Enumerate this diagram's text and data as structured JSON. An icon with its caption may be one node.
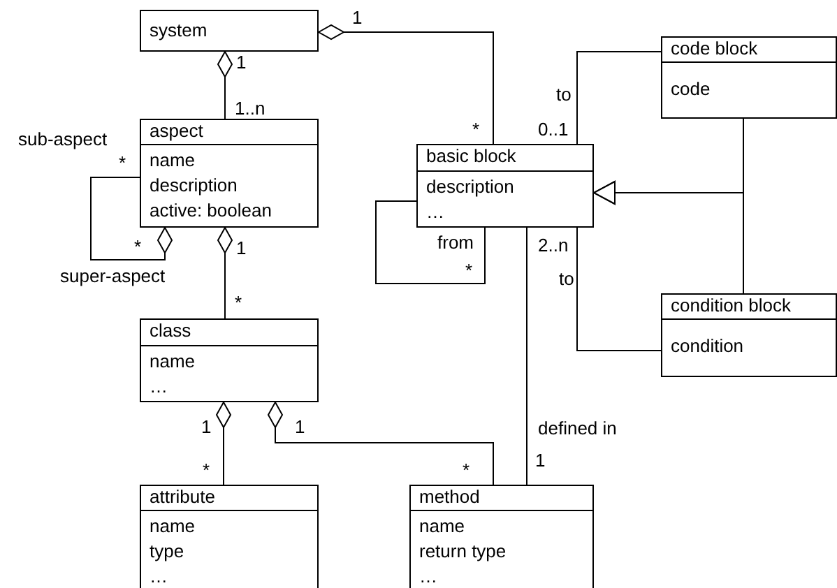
{
  "diagram": {
    "nodes": [
      {
        "text": [
          "system"
        ]
      },
      {
        "text": [
          "code block",
          "code"
        ]
      },
      {
        "text": [
          "aspect",
          "name",
          "description",
          "active: boolean"
        ]
      },
      {
        "text": [
          "basic block",
          "description",
          "…"
        ]
      },
      {
        "text": [
          "condition block",
          "condition"
        ]
      },
      {
        "text": [
          "class",
          "name",
          "…"
        ]
      },
      {
        "text": [
          "attribute",
          "name",
          "type",
          "…"
        ]
      },
      {
        "text": [
          "method",
          "name",
          "return type",
          "…"
        ]
      }
    ],
    "edges": [
      {
        "from": 0,
        "to": 2,
        "arrow": "other"
      },
      {
        "from": 0,
        "to": 3,
        "arrow": "other"
      },
      {
        "from": 2,
        "to": 2,
        "arrow": "other"
      },
      {
        "from": 2,
        "to": 5,
        "arrow": "other"
      },
      {
        "from": 3,
        "to": 3,
        "arrow": "none"
      },
      {
        "from": 1,
        "to": 3,
        "arrow": "to"
      },
      {
        "from": 4,
        "to": 3,
        "arrow": "to"
      },
      {
        "from": 3,
        "to": 1,
        "arrow": "none"
      },
      {
        "from": 3,
        "to": 4,
        "arrow": "none"
      },
      {
        "from": 5,
        "to": 6,
        "arrow": "other"
      },
      {
        "from": 5,
        "to": 7,
        "arrow": "other"
      },
      {
        "from": 3,
        "to": 7,
        "arrow": "none",
        "label": "defined in"
      }
    ],
    "labels": [
      "1",
      "1",
      "to",
      "1..n",
      "*",
      "0..1",
      "sub-aspect",
      "*",
      "*",
      "1",
      "from",
      "2..n",
      "*",
      "super-aspect",
      "to",
      "*",
      "1",
      "1",
      "*",
      "*",
      "1"
    ]
  }
}
